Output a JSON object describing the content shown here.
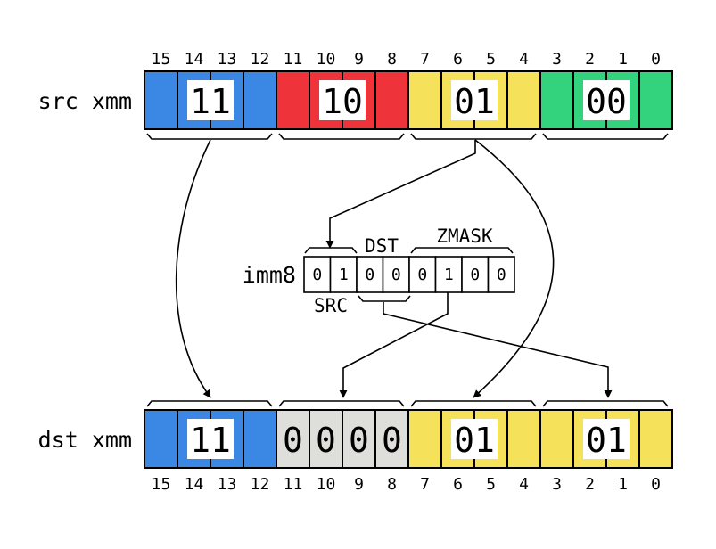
{
  "src": {
    "label": "src xmm",
    "bit_numbers": [
      "15",
      "14",
      "13",
      "12",
      "11",
      "10",
      "9",
      "8",
      "7",
      "6",
      "5",
      "4",
      "3",
      "2",
      "1",
      "0"
    ],
    "groups": [
      {
        "value": "11",
        "color": "#3a87e4"
      },
      {
        "value": "10",
        "color": "#ee333b"
      },
      {
        "value": "01",
        "color": "#f6e15a"
      },
      {
        "value": "00",
        "color": "#33d27c"
      }
    ]
  },
  "dst": {
    "label": "dst xmm",
    "bit_numbers": [
      "15",
      "14",
      "13",
      "12",
      "11",
      "10",
      "9",
      "8",
      "7",
      "6",
      "5",
      "4",
      "3",
      "2",
      "1",
      "0"
    ],
    "groups": [
      {
        "value": "11",
        "color": "#3a87e4"
      },
      {
        "zero_bits": [
          "0",
          "0",
          "0",
          "0"
        ],
        "color": "#dededa"
      },
      {
        "value": "01",
        "color": "#f6e15a"
      },
      {
        "value": "01",
        "color": "#f6e15a"
      }
    ]
  },
  "imm8": {
    "label": "imm8",
    "bits": [
      "0",
      "1",
      "0",
      "0",
      "0",
      "1",
      "0",
      "0"
    ],
    "fields": {
      "src": "SRC",
      "dst": "DST",
      "zmask": "ZMASK"
    }
  }
}
